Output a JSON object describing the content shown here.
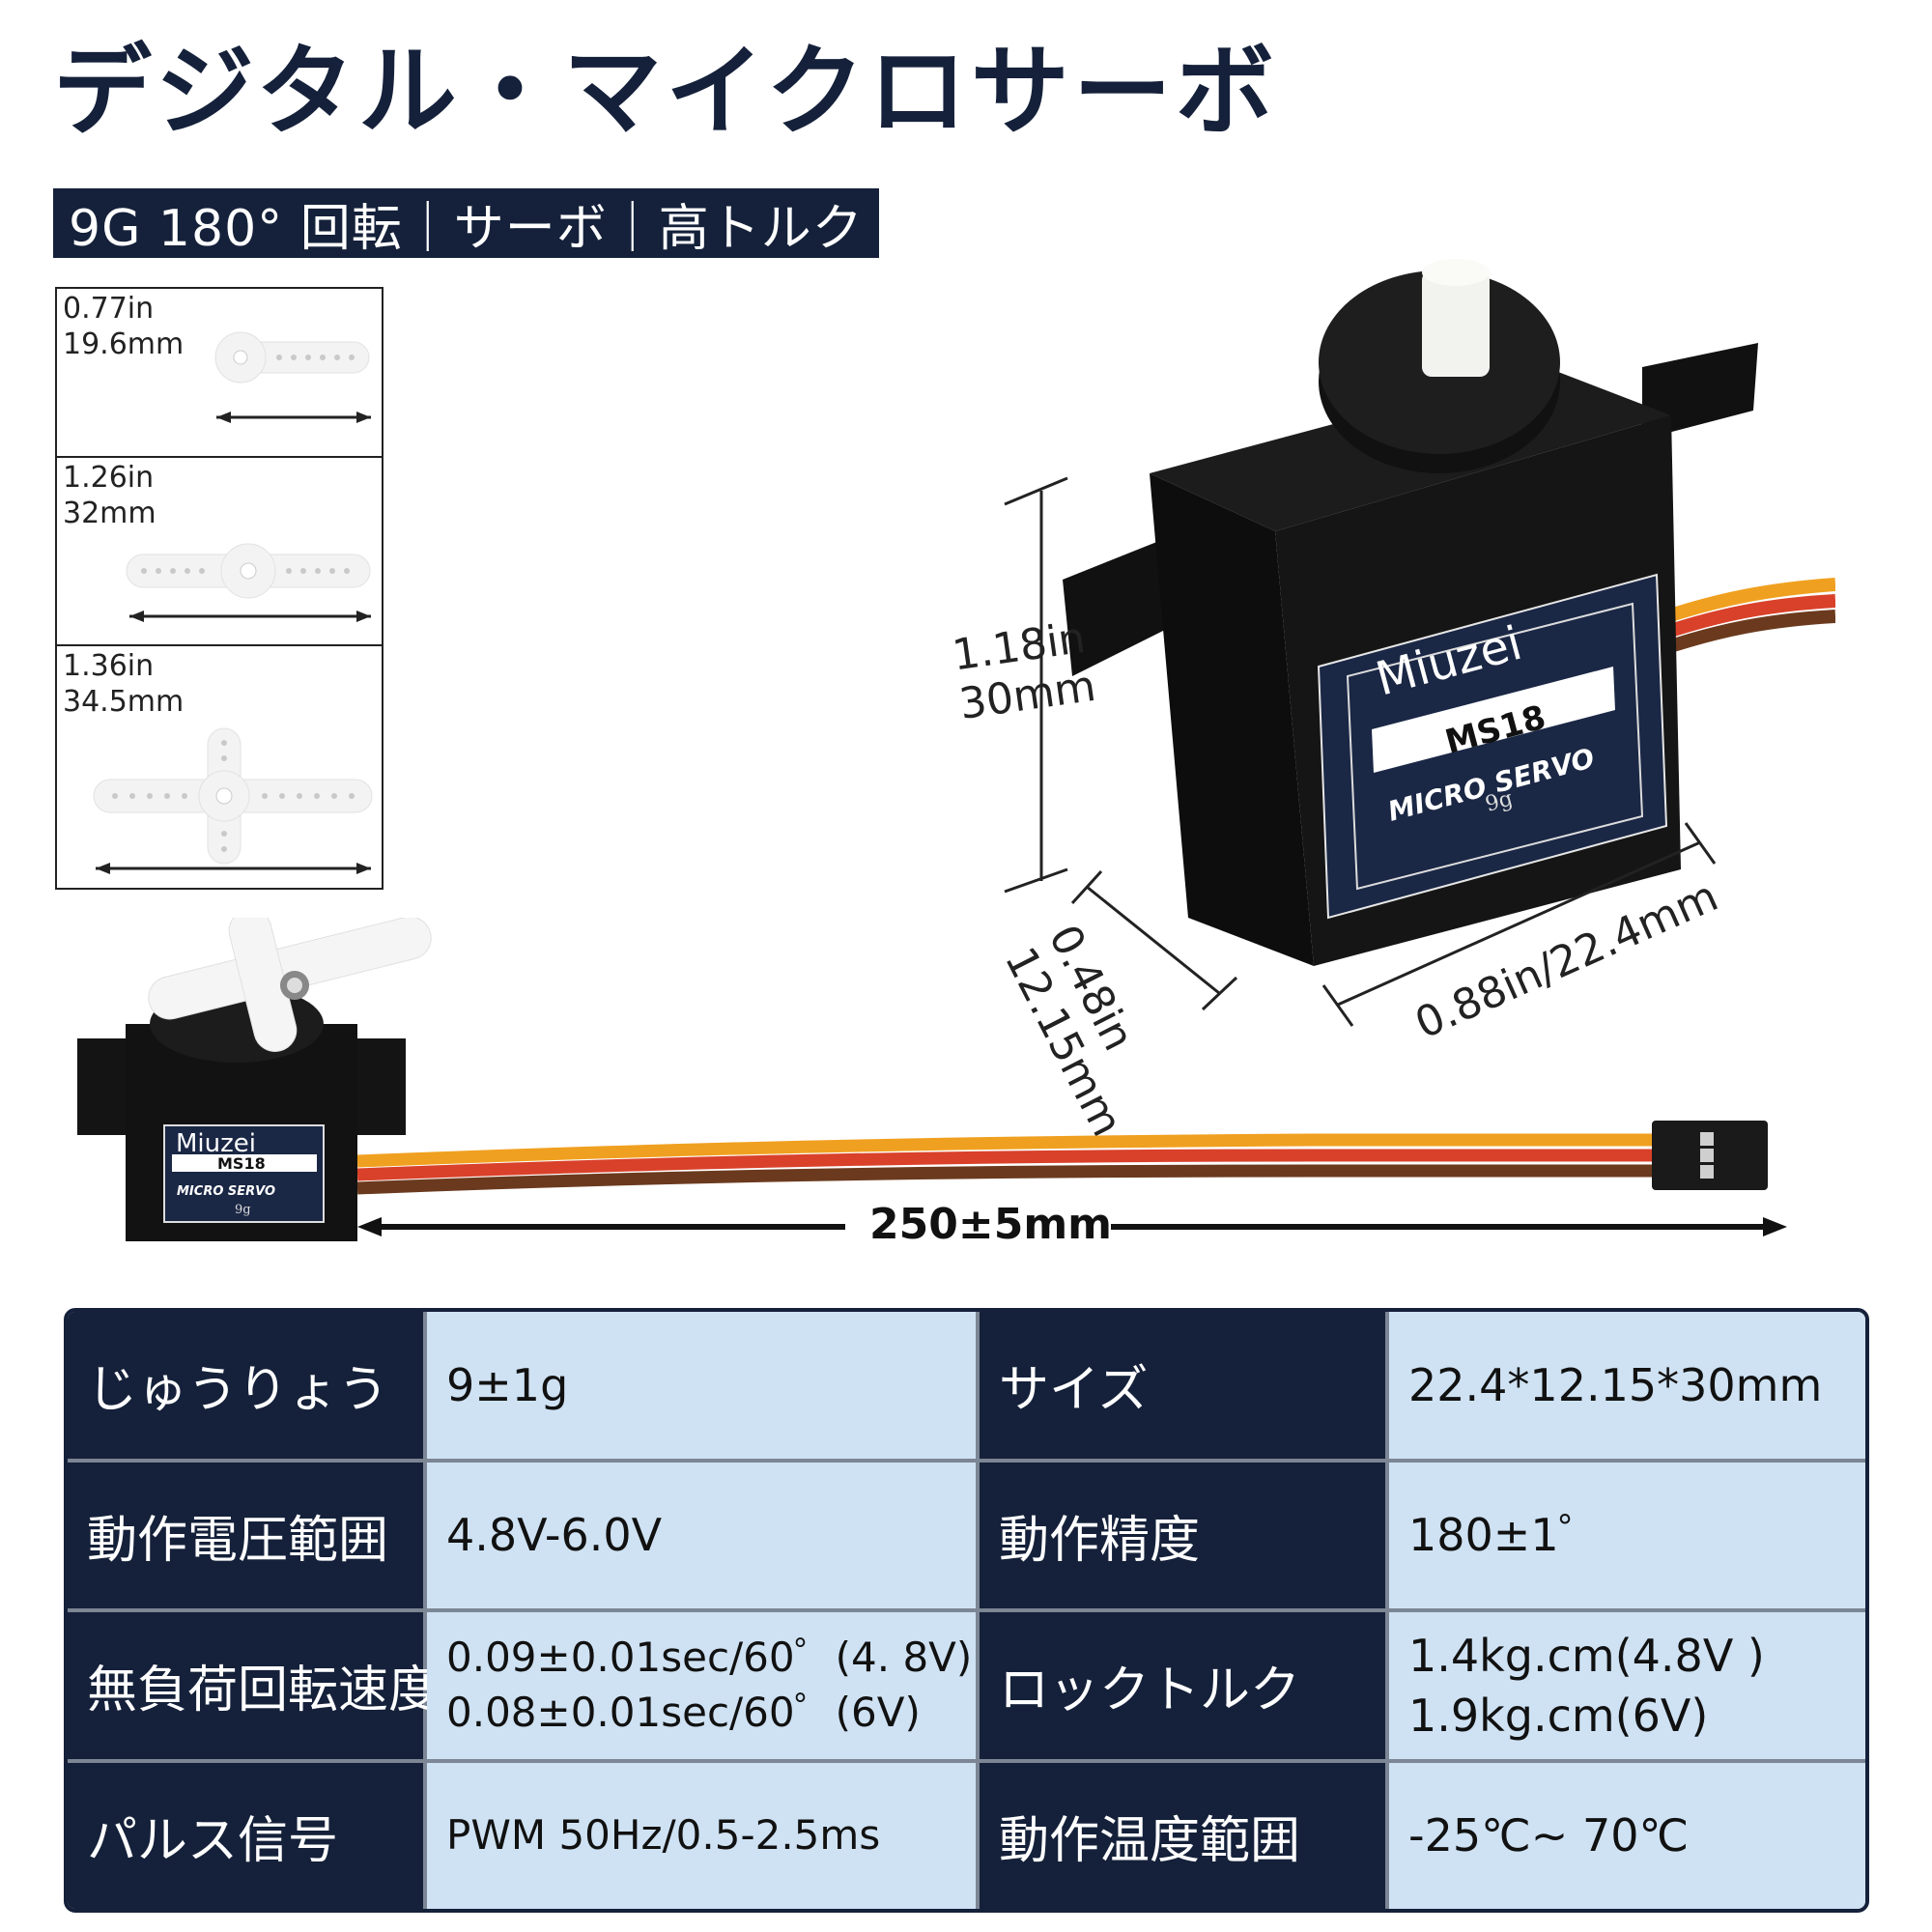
{
  "header": {
    "title": "デジタル・マイクロサーボ",
    "subtitle": "9G 180° 回転｜サーボ｜高トルク"
  },
  "horns": [
    {
      "inch": "0.77in",
      "mm": "19.6mm"
    },
    {
      "inch": "1.26in",
      "mm": "32mm"
    },
    {
      "inch": "1.36in",
      "mm": "34.5mm"
    }
  ],
  "servo_labels": {
    "brand": "Miuzei",
    "model": "MS18",
    "type": "MICRO SERVO",
    "weight": "9g"
  },
  "dimensions": {
    "height_in": "1.18in",
    "height_mm": "30mm",
    "depth_in": "0.48in",
    "depth_mm": "12.15mm",
    "width": "0.88in/22.4mm",
    "cable": "250±5mm"
  },
  "colors": {
    "navy": "#15213a",
    "cell_light": "#cfe2f3",
    "wire_orange": "#f0a020",
    "wire_red": "#d9412a",
    "wire_brown": "#6b3a1e"
  },
  "specs": {
    "rows": [
      {
        "label1": "じゅうりょう",
        "value1": [
          "9±1g"
        ],
        "label2": "サイズ",
        "value2": [
          "22.4*12.15*30mm"
        ]
      },
      {
        "label1": "動作電圧範囲",
        "value1": [
          "4.8V-6.0V"
        ],
        "label2": "動作精度",
        "value2": [
          "180±1゜"
        ]
      },
      {
        "label1": "無負荷回転速度",
        "value1": [
          "0.09±0.01sec/60゜(4. 8V)",
          "0.08±0.01sec/60゜(6V)"
        ],
        "label2": "ロックトルク",
        "value2": [
          "1.4kg.cm(4.8V )",
          "1.9kg.cm(6V)"
        ]
      },
      {
        "label1": "パルス信号",
        "value1": [
          "PWM 50Hz/0.5-2.5ms"
        ],
        "label2": "動作温度範囲",
        "value2": [
          "-25℃~ 70℃"
        ]
      }
    ]
  }
}
